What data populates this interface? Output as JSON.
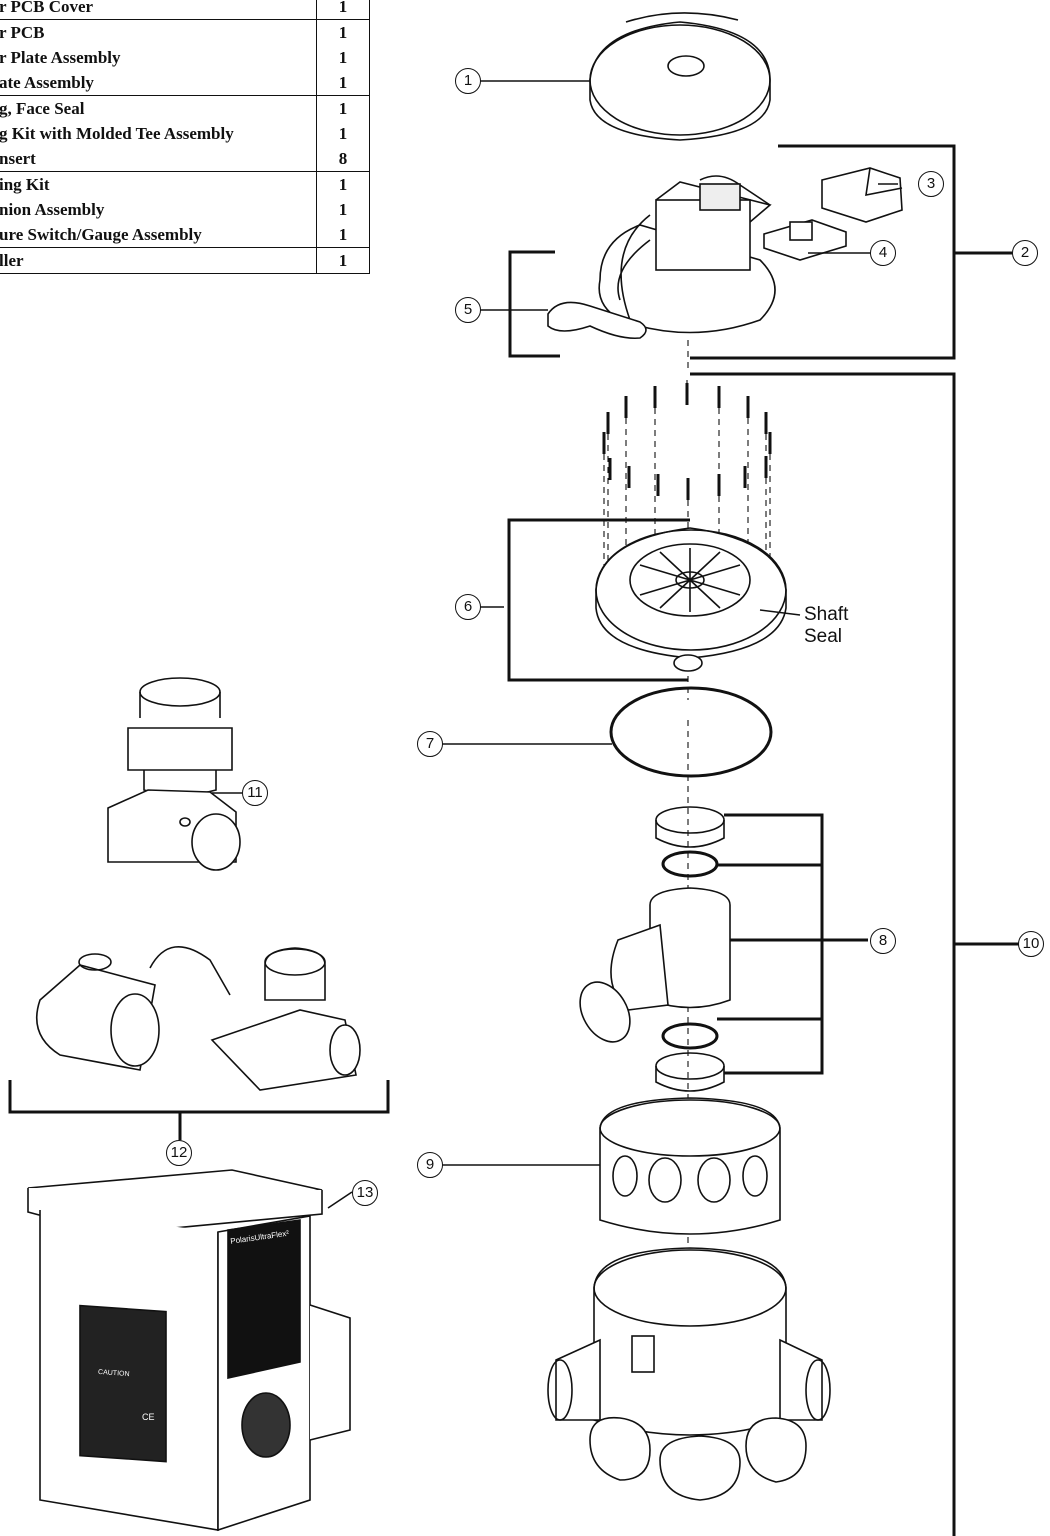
{
  "parts_table": {
    "rows": [
      {
        "desc": "r PCB Cover",
        "qty": "1",
        "sep": false
      },
      {
        "desc": "r PCB",
        "qty": "1",
        "sep": true
      },
      {
        "desc": "r Plate Assembly",
        "qty": "1",
        "sep": false
      },
      {
        "desc": "ate Assembly",
        "qty": "1",
        "sep": false
      },
      {
        "desc": "g, Face Seal",
        "qty": "1",
        "sep": true
      },
      {
        "desc": "g Kit with Molded Tee Assembly",
        "qty": "1",
        "sep": false
      },
      {
        "desc": "nsert",
        "qty": "8",
        "sep": false
      },
      {
        "desc": "ing Kit",
        "qty": "1",
        "sep": true
      },
      {
        "desc": "nion Assembly",
        "qty": "1",
        "sep": false
      },
      {
        "desc": "ure Switch/Gauge Assembly",
        "qty": "1",
        "sep": false
      },
      {
        "desc": "ller",
        "qty": "1",
        "sep": true
      }
    ]
  },
  "callouts": {
    "c1": "1",
    "c2": "2",
    "c3": "3",
    "c4": "4",
    "c5": "5",
    "c6": "6",
    "c7": "7",
    "c8": "8",
    "c9": "9",
    "c10": "10",
    "c11": "11",
    "c12": "12",
    "c13": "13"
  },
  "annotations": {
    "shaft_seal_line1": "Shaft",
    "shaft_seal_line2": "Seal"
  },
  "controller_label": {
    "brand": "PolarisUltraFlex²",
    "warning": "CAUTION",
    "ce_mark": "CE"
  }
}
